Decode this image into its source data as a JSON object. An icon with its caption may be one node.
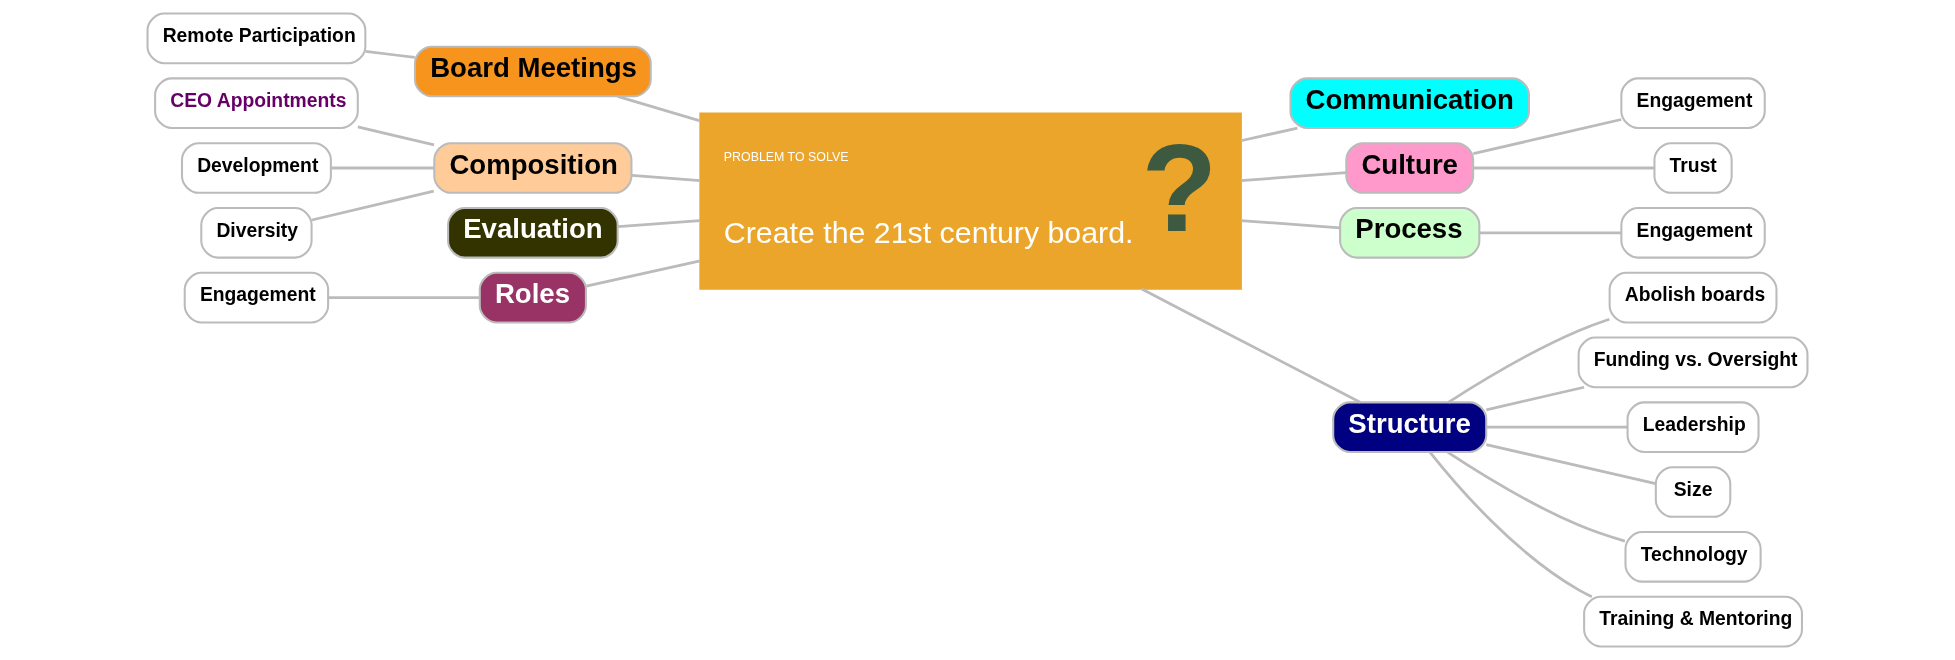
{
  "diagram": {
    "nodes": [
      {
        "text": [
          "PROBLEM TO SOLVE",
          "Create the 21st century board.",
          "?"
        ]
      },
      {
        "text": [
          "Board Meetings"
        ]
      },
      {
        "text": [
          "Remote Participation"
        ]
      },
      {
        "text": [
          "Communication"
        ]
      },
      {
        "text": [
          "Composition"
        ]
      },
      {
        "text": [
          "CEO Appointments"
        ]
      },
      {
        "text": [
          "Development"
        ]
      },
      {
        "text": [
          "Diversity"
        ]
      },
      {
        "text": [
          "Culture"
        ]
      },
      {
        "text": [
          "Engagement"
        ]
      },
      {
        "text": [
          "Trust"
        ]
      },
      {
        "text": [
          "Evaluation"
        ]
      },
      {
        "text": [
          "Process"
        ]
      },
      {
        "text": [
          "Engagement"
        ]
      },
      {
        "text": [
          "Roles"
        ]
      },
      {
        "text": [
          "Engagement"
        ]
      },
      {
        "text": [
          "Structure"
        ]
      },
      {
        "text": [
          "Abolish boards"
        ]
      },
      {
        "text": [
          "Funding vs. Oversight"
        ]
      },
      {
        "text": [
          "Leadership"
        ]
      },
      {
        "text": [
          "Size"
        ]
      },
      {
        "text": [
          "Technology"
        ]
      },
      {
        "text": [
          "Training & Mentoring"
        ]
      }
    ],
    "edges": [
      {
        "from": 0,
        "to": 1,
        "arrow": "none"
      },
      {
        "from": 1,
        "to": 2,
        "arrow": "none"
      },
      {
        "from": 0,
        "to": 3,
        "arrow": "none"
      },
      {
        "from": 0,
        "to": 4,
        "arrow": "none"
      },
      {
        "from": 4,
        "to": 5,
        "arrow": "none"
      },
      {
        "from": 4,
        "to": 6,
        "arrow": "none"
      },
      {
        "from": 4,
        "to": 7,
        "arrow": "none"
      },
      {
        "from": 0,
        "to": 8,
        "arrow": "none"
      },
      {
        "from": 8,
        "to": 9,
        "arrow": "none"
      },
      {
        "from": 8,
        "to": 10,
        "arrow": "none"
      },
      {
        "from": 0,
        "to": 11,
        "arrow": "none"
      },
      {
        "from": 0,
        "to": 12,
        "arrow": "none"
      },
      {
        "from": 12,
        "to": 13,
        "arrow": "none"
      },
      {
        "from": 0,
        "to": 14,
        "arrow": "none"
      },
      {
        "from": 14,
        "to": 15,
        "arrow": "none"
      },
      {
        "from": 0,
        "to": 16,
        "arrow": "none"
      },
      {
        "from": 16,
        "to": 17,
        "arrow": "none"
      },
      {
        "from": 16,
        "to": 18,
        "arrow": "none"
      },
      {
        "from": 16,
        "to": 19,
        "arrow": "none"
      },
      {
        "from": 16,
        "to": 20,
        "arrow": "none"
      },
      {
        "from": 16,
        "to": 21,
        "arrow": "none"
      },
      {
        "from": 16,
        "to": 22,
        "arrow": "none"
      }
    ]
  }
}
